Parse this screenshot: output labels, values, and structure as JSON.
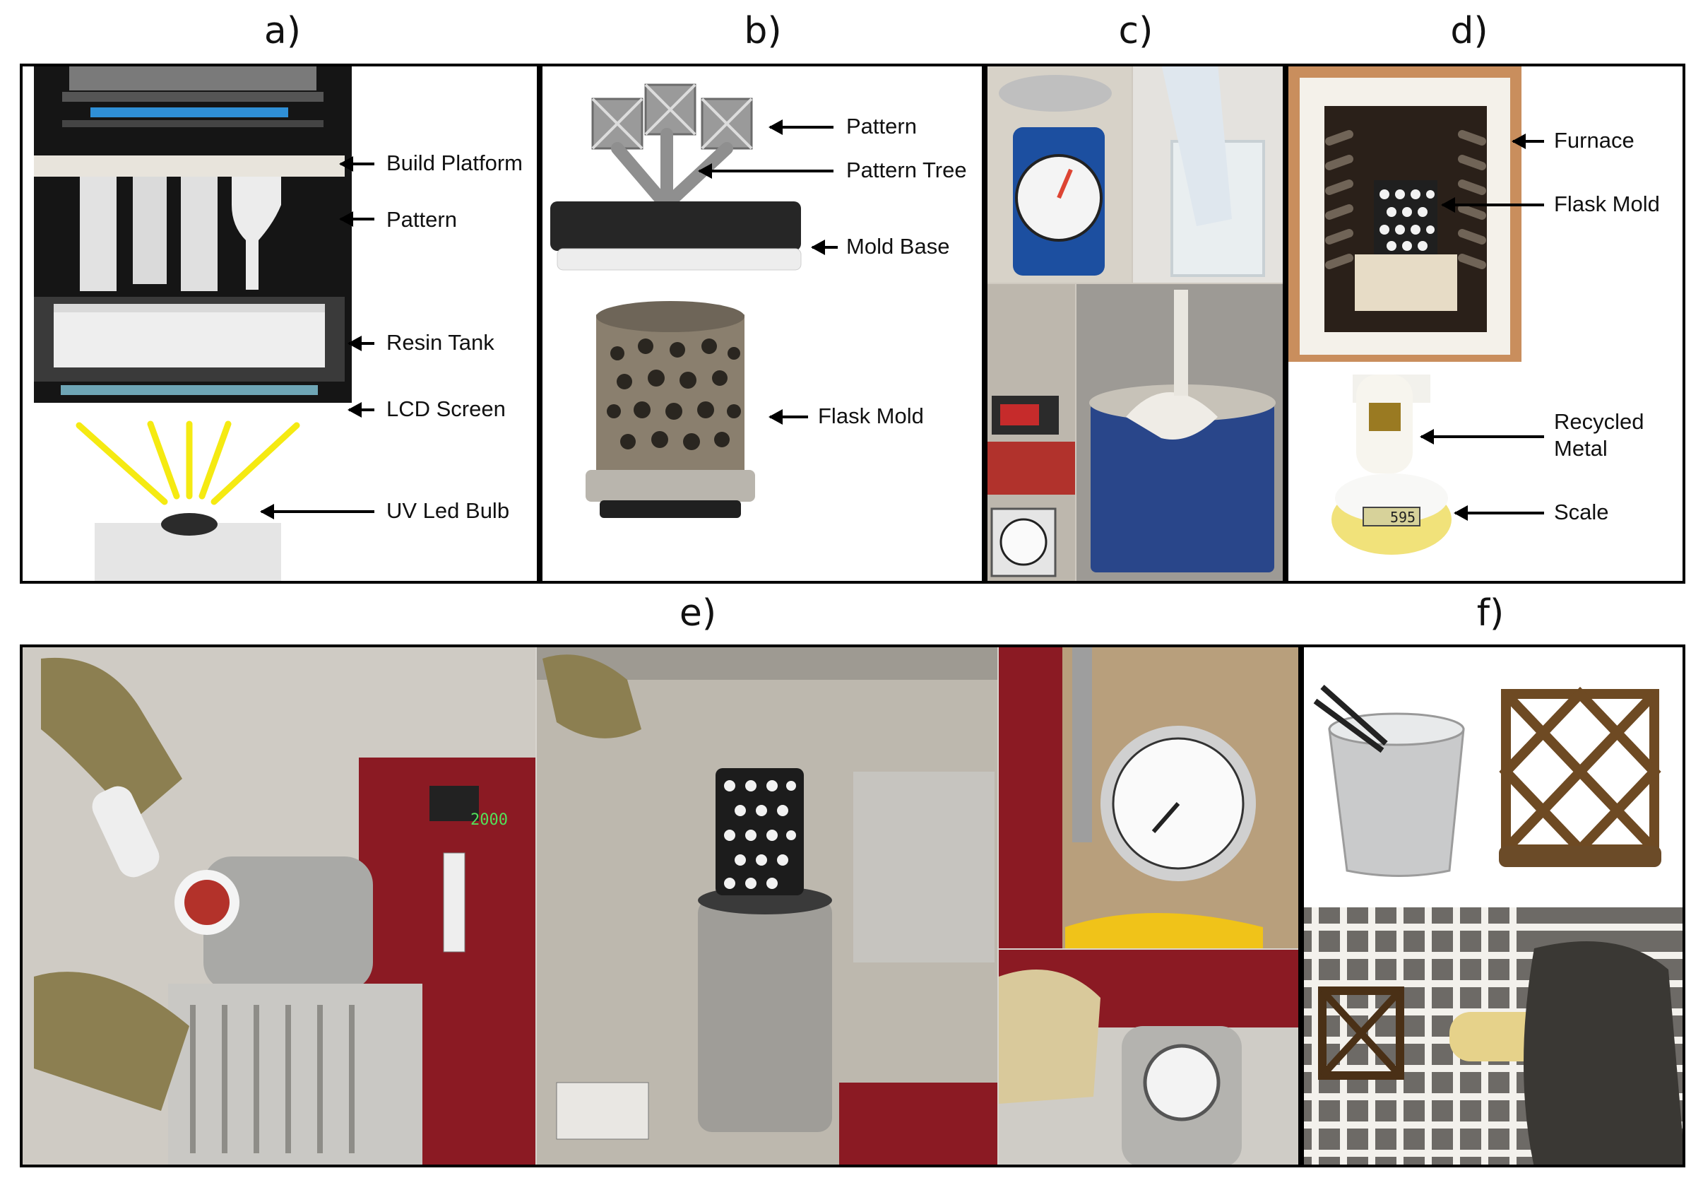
{
  "panels": {
    "a": {
      "letter": "a)",
      "labels": {
        "build_platform": "Build Platform",
        "pattern": "Pattern",
        "resin_tank": "Resin Tank",
        "lcd_screen": "LCD Screen",
        "uv_led_bulb": "UV Led Bulb"
      }
    },
    "b": {
      "letter": "b)",
      "labels": {
        "pattern": "Pattern",
        "pattern_tree": "Pattern Tree",
        "mold_base": "Mold Base",
        "flask_mold": "Flask Mold"
      }
    },
    "c": {
      "letter": "c)"
    },
    "d": {
      "letter": "d)",
      "labels": {
        "furnace": "Furnace",
        "flask_mold": "Flask Mold",
        "recycled_metal_1": "Recycled",
        "recycled_metal_2": "Metal",
        "scale": "Scale"
      },
      "scale_reading": "595"
    },
    "e": {
      "letter": "e)",
      "controller_reading": "2000"
    },
    "f": {
      "letter": "f)"
    }
  },
  "colors": {
    "uv_rays": "#f5ea12",
    "lcd_screen": "#6ea5b5",
    "machine_red": "#8b1a23",
    "tank": "#3a3a3a",
    "platform": "#e8e4dc"
  }
}
